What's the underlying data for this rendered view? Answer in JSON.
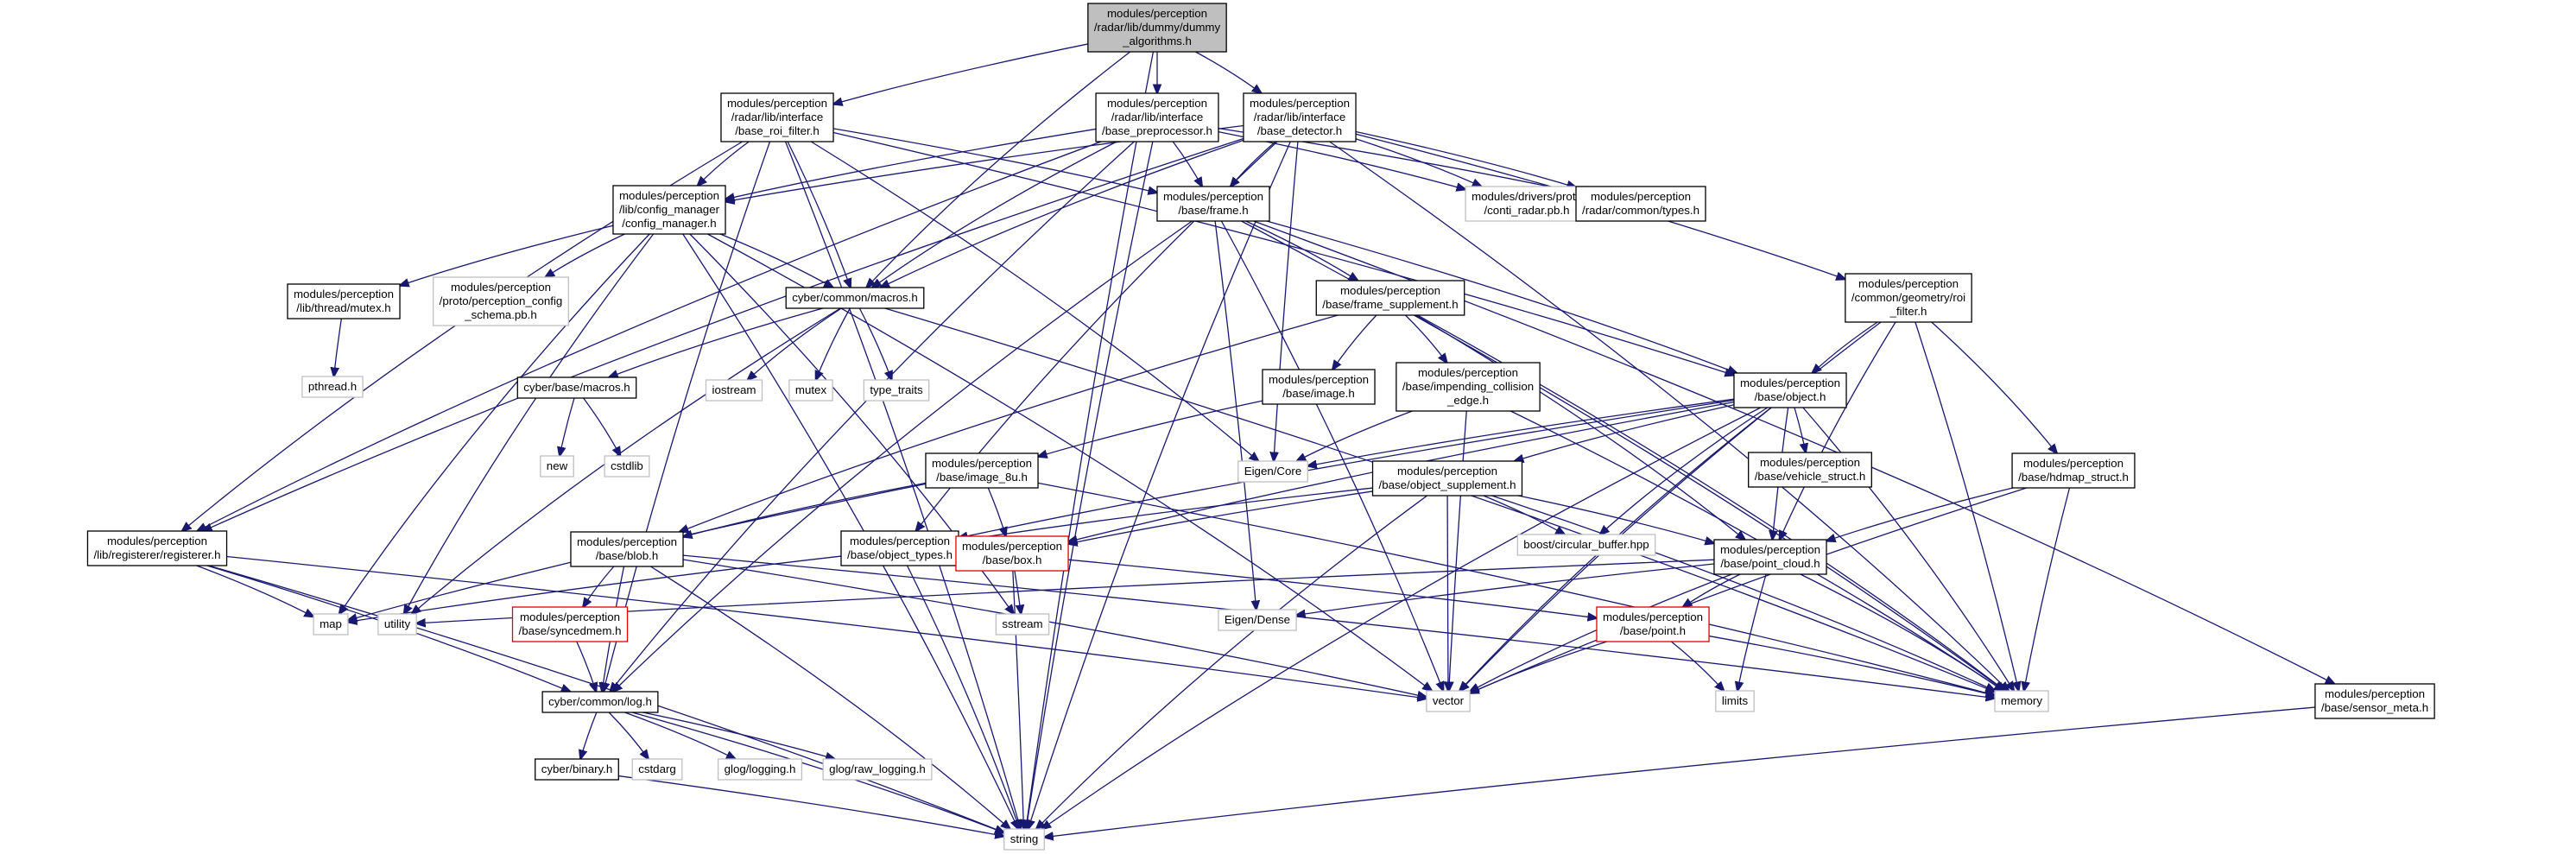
{
  "graph": {
    "nodes": [
      {
        "id": "root",
        "label": [
          "modules/perception",
          "/radar/lib/dummy/dummy",
          "_algorithms.h"
        ],
        "style": "root"
      },
      {
        "id": "roi_filter",
        "label": [
          "modules/perception",
          "/radar/lib/interface",
          "/base_roi_filter.h"
        ],
        "style": "normal"
      },
      {
        "id": "preprocessor",
        "label": [
          "modules/perception",
          "/radar/lib/interface",
          "/base_preprocessor.h"
        ],
        "style": "normal"
      },
      {
        "id": "detector",
        "label": [
          "modules/perception",
          "/radar/lib/interface",
          "/base_detector.h"
        ],
        "style": "normal"
      },
      {
        "id": "config_manager",
        "label": [
          "modules/perception",
          "/lib/config_manager",
          "/config_manager.h"
        ],
        "style": "normal"
      },
      {
        "id": "frame",
        "label": [
          "modules/perception",
          "/base/frame.h"
        ],
        "style": "normal"
      },
      {
        "id": "conti_radar",
        "label": [
          "modules/drivers/proto",
          "/conti_radar.pb.h"
        ],
        "style": "plain"
      },
      {
        "id": "radar_types",
        "label": [
          "modules/perception",
          "/radar/common/types.h"
        ],
        "style": "normal"
      },
      {
        "id": "mutex_h",
        "label": [
          "modules/perception",
          "/lib/thread/mutex.h"
        ],
        "style": "normal"
      },
      {
        "id": "perception_config",
        "label": [
          "modules/perception",
          "/proto/perception_config",
          "_schema.pb.h"
        ],
        "style": "plain"
      },
      {
        "id": "macros",
        "label": [
          "cyber/common/macros.h"
        ],
        "style": "normal"
      },
      {
        "id": "frame_supplement",
        "label": [
          "modules/perception",
          "/base/frame_supplement.h"
        ],
        "style": "normal"
      },
      {
        "id": "roi_filter_geom",
        "label": [
          "modules/perception",
          "/common/geometry/roi",
          "_filter.h"
        ],
        "style": "normal"
      },
      {
        "id": "pthread",
        "label": [
          "pthread.h"
        ],
        "style": "plain"
      },
      {
        "id": "base_macros",
        "label": [
          "cyber/base/macros.h"
        ],
        "style": "normal"
      },
      {
        "id": "iostream",
        "label": [
          "iostream"
        ],
        "style": "plain"
      },
      {
        "id": "mutex",
        "label": [
          "mutex"
        ],
        "style": "plain"
      },
      {
        "id": "type_traits",
        "label": [
          "type_traits"
        ],
        "style": "plain"
      },
      {
        "id": "image",
        "label": [
          "modules/perception",
          "/base/image.h"
        ],
        "style": "normal"
      },
      {
        "id": "impending",
        "label": [
          "modules/perception",
          "/base/impending_collision",
          "_edge.h"
        ],
        "style": "normal"
      },
      {
        "id": "object",
        "label": [
          "modules/perception",
          "/base/object.h"
        ],
        "style": "normal"
      },
      {
        "id": "new",
        "label": [
          "new"
        ],
        "style": "plain"
      },
      {
        "id": "cstdlib",
        "label": [
          "cstdlib"
        ],
        "style": "plain"
      },
      {
        "id": "eigen_core",
        "label": [
          "Eigen/Core"
        ],
        "style": "plain"
      },
      {
        "id": "image_8u",
        "label": [
          "modules/perception",
          "/base/image_8u.h"
        ],
        "style": "normal"
      },
      {
        "id": "object_supplement",
        "label": [
          "modules/perception",
          "/base/object_supplement.h"
        ],
        "style": "normal"
      },
      {
        "id": "vehicle_struct",
        "label": [
          "modules/perception",
          "/base/vehicle_struct.h"
        ],
        "style": "normal"
      },
      {
        "id": "hdmap_struct",
        "label": [
          "modules/perception",
          "/base/hdmap_struct.h"
        ],
        "style": "normal"
      },
      {
        "id": "registerer",
        "label": [
          "modules/perception",
          "/lib/registerer/registerer.h"
        ],
        "style": "normal"
      },
      {
        "id": "blob",
        "label": [
          "modules/perception",
          "/base/blob.h"
        ],
        "style": "normal"
      },
      {
        "id": "object_types",
        "label": [
          "modules/perception",
          "/base/object_types.h"
        ],
        "style": "normal"
      },
      {
        "id": "box",
        "label": [
          "modules/perception",
          "/base/box.h"
        ],
        "style": "red"
      },
      {
        "id": "boost_cb",
        "label": [
          "boost/circular_buffer.hpp"
        ],
        "style": "plain"
      },
      {
        "id": "point_cloud",
        "label": [
          "modules/perception",
          "/base/point_cloud.h"
        ],
        "style": "normal"
      },
      {
        "id": "map",
        "label": [
          "map"
        ],
        "style": "plain"
      },
      {
        "id": "utility",
        "label": [
          "utility"
        ],
        "style": "plain"
      },
      {
        "id": "syncedmem",
        "label": [
          "modules/perception",
          "/base/syncedmem.h"
        ],
        "style": "red"
      },
      {
        "id": "sstream",
        "label": [
          "sstream"
        ],
        "style": "plain"
      },
      {
        "id": "eigen_dense",
        "label": [
          "Eigen/Dense"
        ],
        "style": "plain"
      },
      {
        "id": "point",
        "label": [
          "modules/perception",
          "/base/point.h"
        ],
        "style": "red"
      },
      {
        "id": "log",
        "label": [
          "cyber/common/log.h"
        ],
        "style": "normal"
      },
      {
        "id": "vector",
        "label": [
          "vector"
        ],
        "style": "plain"
      },
      {
        "id": "limits",
        "label": [
          "limits"
        ],
        "style": "plain"
      },
      {
        "id": "memory",
        "label": [
          "memory"
        ],
        "style": "plain"
      },
      {
        "id": "sensor_meta",
        "label": [
          "modules/perception",
          "/base/sensor_meta.h"
        ],
        "style": "normal"
      },
      {
        "id": "binary",
        "label": [
          "cyber/binary.h"
        ],
        "style": "normal"
      },
      {
        "id": "cstdarg",
        "label": [
          "cstdarg"
        ],
        "style": "plain"
      },
      {
        "id": "glog_logging",
        "label": [
          "glog/logging.h"
        ],
        "style": "plain"
      },
      {
        "id": "glog_raw",
        "label": [
          "glog/raw_logging.h"
        ],
        "style": "plain"
      },
      {
        "id": "string",
        "label": [
          "string"
        ],
        "style": "plain"
      }
    ],
    "edges": [
      [
        "root",
        "roi_filter"
      ],
      [
        "root",
        "preprocessor"
      ],
      [
        "root",
        "detector"
      ],
      [
        "root",
        "macros"
      ],
      [
        "root",
        "string"
      ],
      [
        "roi_filter",
        "config_manager"
      ],
      [
        "roi_filter",
        "frame"
      ],
      [
        "roi_filter",
        "registerer"
      ],
      [
        "roi_filter",
        "macros"
      ],
      [
        "roi_filter",
        "string"
      ],
      [
        "roi_filter",
        "log"
      ],
      [
        "roi_filter",
        "eigen_core"
      ],
      [
        "roi_filter",
        "object"
      ],
      [
        "preprocessor",
        "config_manager"
      ],
      [
        "preprocessor",
        "frame"
      ],
      [
        "preprocessor",
        "conti_radar"
      ],
      [
        "preprocessor",
        "radar_types"
      ],
      [
        "preprocessor",
        "registerer"
      ],
      [
        "preprocessor",
        "macros"
      ],
      [
        "preprocessor",
        "log"
      ],
      [
        "preprocessor",
        "string"
      ],
      [
        "detector",
        "config_manager"
      ],
      [
        "detector",
        "frame"
      ],
      [
        "detector",
        "conti_radar"
      ],
      [
        "detector",
        "radar_types"
      ],
      [
        "detector",
        "roi_filter_geom"
      ],
      [
        "detector",
        "registerer"
      ],
      [
        "detector",
        "macros"
      ],
      [
        "detector",
        "object_types"
      ],
      [
        "detector",
        "eigen_core"
      ],
      [
        "detector",
        "memory"
      ],
      [
        "detector",
        "string"
      ],
      [
        "config_manager",
        "mutex_h"
      ],
      [
        "config_manager",
        "perception_config"
      ],
      [
        "config_manager",
        "macros"
      ],
      [
        "config_manager",
        "map"
      ],
      [
        "config_manager",
        "utility"
      ],
      [
        "config_manager",
        "sstream"
      ],
      [
        "config_manager",
        "vector"
      ],
      [
        "config_manager",
        "string"
      ],
      [
        "frame",
        "frame_supplement"
      ],
      [
        "frame",
        "object"
      ],
      [
        "frame",
        "eigen_dense"
      ],
      [
        "frame",
        "vector"
      ],
      [
        "frame",
        "memory"
      ],
      [
        "frame",
        "sensor_meta"
      ],
      [
        "frame",
        "log"
      ],
      [
        "mutex_h",
        "pthread"
      ],
      [
        "macros",
        "base_macros"
      ],
      [
        "macros",
        "iostream"
      ],
      [
        "macros",
        "mutex"
      ],
      [
        "macros",
        "type_traits"
      ],
      [
        "macros",
        "utility"
      ],
      [
        "macros",
        "memory"
      ],
      [
        "base_macros",
        "new"
      ],
      [
        "base_macros",
        "cstdlib"
      ],
      [
        "frame_supplement",
        "image"
      ],
      [
        "frame_supplement",
        "impending"
      ],
      [
        "frame_supplement",
        "blob"
      ],
      [
        "frame_supplement",
        "point_cloud"
      ],
      [
        "frame_supplement",
        "memory"
      ],
      [
        "image",
        "image_8u"
      ],
      [
        "impending",
        "eigen_core"
      ],
      [
        "impending",
        "vector"
      ],
      [
        "impending",
        "memory"
      ],
      [
        "roi_filter_geom",
        "object"
      ],
      [
        "roi_filter_geom",
        "hdmap_struct"
      ],
      [
        "roi_filter_geom",
        "point_cloud"
      ],
      [
        "roi_filter_geom",
        "memory"
      ],
      [
        "roi_filter_geom",
        "vector"
      ],
      [
        "object",
        "eigen_core"
      ],
      [
        "object",
        "object_supplement"
      ],
      [
        "object",
        "vehicle_struct"
      ],
      [
        "object",
        "object_types"
      ],
      [
        "object",
        "point_cloud"
      ],
      [
        "object",
        "boost_cb"
      ],
      [
        "object",
        "vector"
      ],
      [
        "object",
        "string"
      ],
      [
        "object",
        "memory"
      ],
      [
        "object",
        "box"
      ],
      [
        "image_8u",
        "blob"
      ],
      [
        "image_8u",
        "box"
      ],
      [
        "image_8u",
        "map"
      ],
      [
        "image_8u",
        "memory"
      ],
      [
        "object_supplement",
        "object_types"
      ],
      [
        "object_supplement",
        "box"
      ],
      [
        "object_supplement",
        "point_cloud"
      ],
      [
        "object_supplement",
        "boost_cb"
      ],
      [
        "object_supplement",
        "vector"
      ],
      [
        "object_supplement",
        "string"
      ],
      [
        "object_supplement",
        "memory"
      ],
      [
        "hdmap_struct",
        "point_cloud"
      ],
      [
        "hdmap_struct",
        "vector"
      ],
      [
        "hdmap_struct",
        "memory"
      ],
      [
        "registerer",
        "map"
      ],
      [
        "registerer",
        "log"
      ],
      [
        "registerer",
        "string"
      ],
      [
        "registerer",
        "vector"
      ],
      [
        "blob",
        "syncedmem"
      ],
      [
        "blob",
        "log"
      ],
      [
        "blob",
        "vector"
      ],
      [
        "blob",
        "string"
      ],
      [
        "blob",
        "memory"
      ],
      [
        "object_types",
        "map"
      ],
      [
        "object_types",
        "string"
      ],
      [
        "box",
        "sstream"
      ],
      [
        "box",
        "point"
      ],
      [
        "box",
        "string"
      ],
      [
        "point_cloud",
        "eigen_dense"
      ],
      [
        "point_cloud",
        "point"
      ],
      [
        "point_cloud",
        "vector"
      ],
      [
        "point_cloud",
        "limits"
      ],
      [
        "point_cloud",
        "utility"
      ],
      [
        "point_cloud",
        "memory"
      ],
      [
        "syncedmem",
        "log"
      ],
      [
        "point",
        "vector"
      ],
      [
        "point",
        "limits"
      ],
      [
        "point",
        "memory"
      ],
      [
        "log",
        "binary"
      ],
      [
        "log",
        "cstdarg"
      ],
      [
        "log",
        "glog_logging"
      ],
      [
        "log",
        "glog_raw"
      ],
      [
        "log",
        "string"
      ],
      [
        "binary",
        "string"
      ],
      [
        "sensor_meta",
        "string"
      ]
    ]
  }
}
